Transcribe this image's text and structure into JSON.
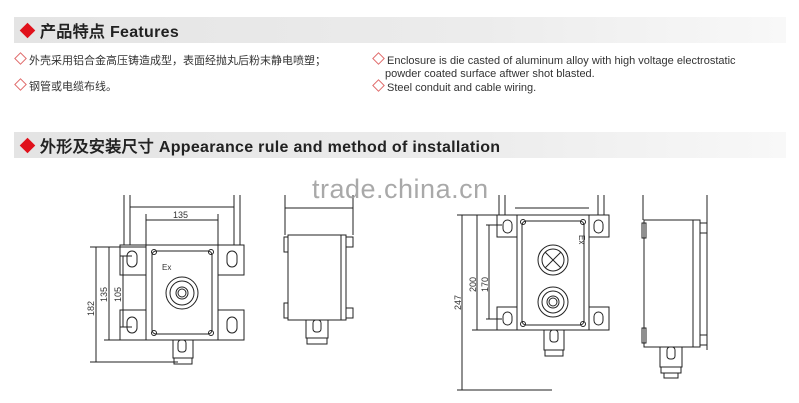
{
  "features_section": {
    "title": "产品特点 Features",
    "items_cn": [
      "外壳采用铝合金高压铸造成型，表面经抛丸后粉末静电喷塑；",
      "钢管或电缆布线。"
    ],
    "items_en": [
      "Enclosure is die casted of aluminum alloy with high voltage electrostatic",
      "powder coated surface aftwer shot blasted.",
      "Steel conduit and cable wiring."
    ]
  },
  "installation_section": {
    "title": "外形及安装尺寸 Appearance rule and method of installation"
  },
  "watermark": "trade.china.cn",
  "drawings": {
    "single": {
      "width_label": "135",
      "dim_labels": [
        "182",
        "135",
        "105"
      ],
      "ex_mark": "Ex"
    },
    "double": {
      "dim_labels": [
        "247",
        "200",
        "170"
      ],
      "ex_mark": "Ex"
    }
  },
  "colors": {
    "accent": "#e0111b",
    "bar": "#e6e6e6",
    "line": "#222222"
  }
}
